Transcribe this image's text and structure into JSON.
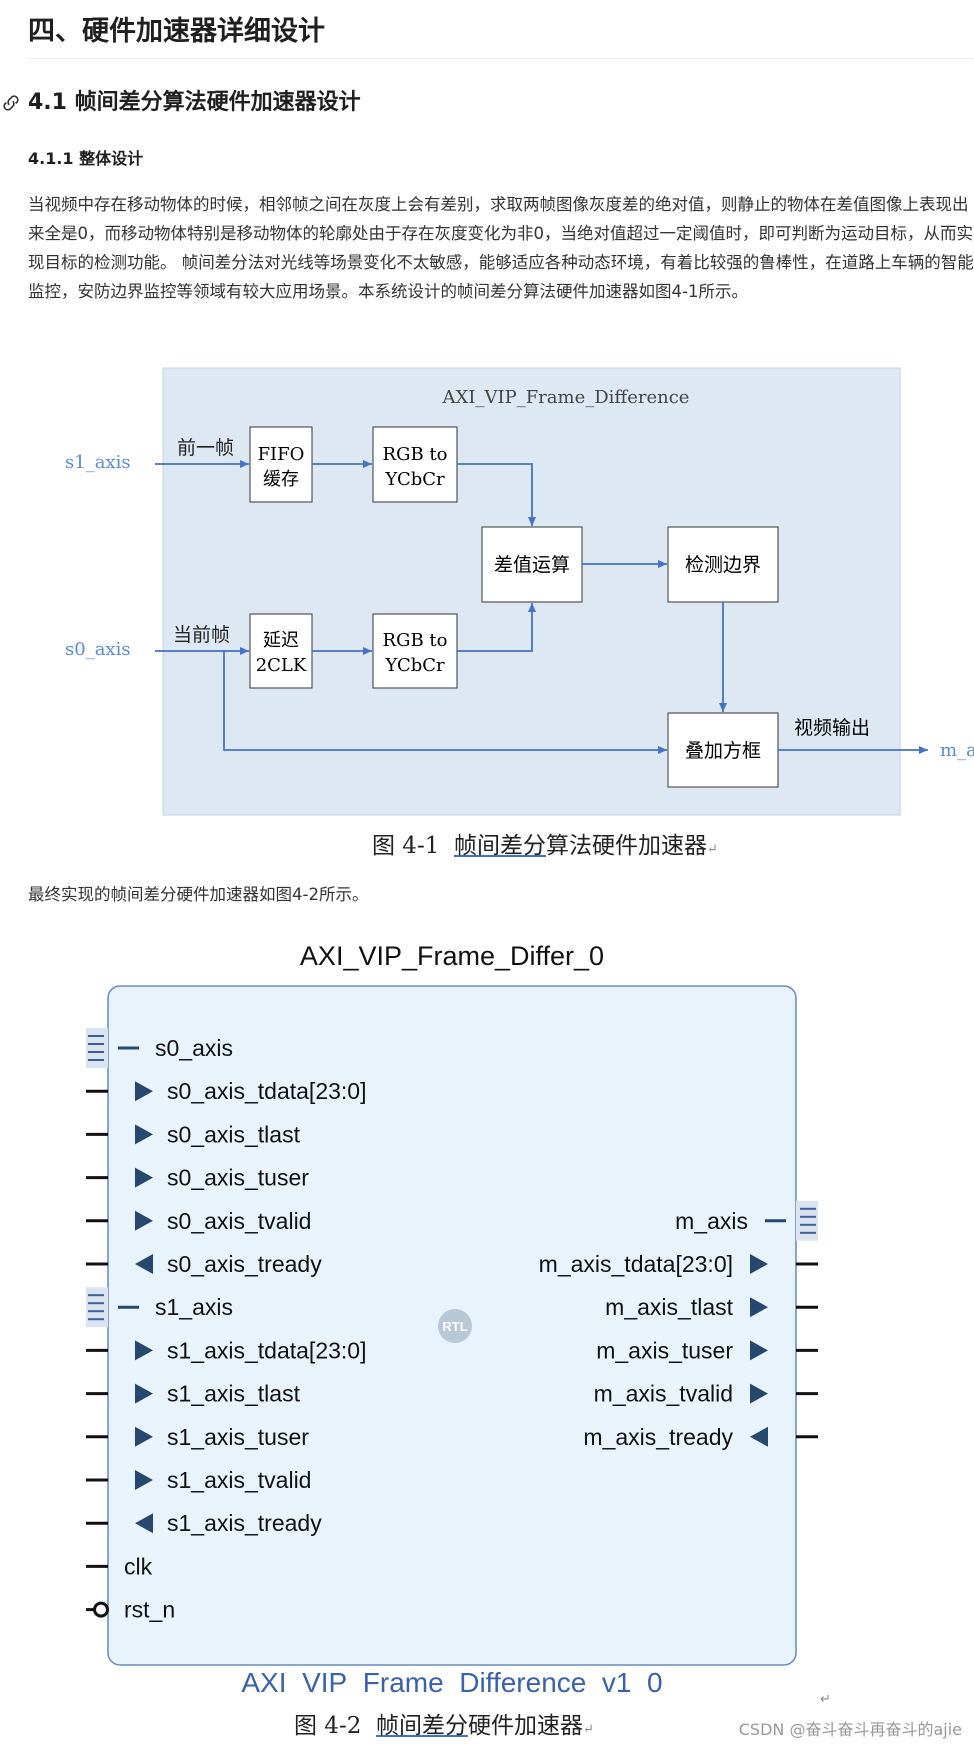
{
  "heading1": "四、硬件加速器详细设计",
  "heading2": "4.1 帧间差分算法硬件加速器设计",
  "heading3": "4.1.1 整体设计",
  "paragraph1": "当视频中存在移动物体的时候，相邻帧之间在灰度上会有差别，求取两帧图像灰度差的绝对值，则静止的物体在差值图像上表现出来全是0，而移动物体特别是移动物体的轮廓处由于存在灰度变化为非0，当绝对值超过一定阈值时，即可判断为运动目标，从而实现目标的检测功能。 帧间差分法对光线等场景变化不太敏感，能够适应各种动态环境，有着比较强的鲁棒性，在道路上车辆的智能监控，安防边界监控等领域有较大应用场景。本系统设计的帧间差分算法硬件加速器如图4-1所示。",
  "figure1": {
    "title": "AXI_VIP_Frame_Difference",
    "input_top": "s1_axis",
    "input_bottom": "s0_axis",
    "label_prev": "前一帧",
    "label_curr": "当前帧",
    "fifo_line1": "FIFO",
    "fifo_line2": "缓存",
    "rgb_line1": "RGB to",
    "rgb_line2": "YCbCr",
    "delay_line1": "延迟",
    "delay_line2": "2CLK",
    "diff": "差值运算",
    "edge": "检测边界",
    "overlay": "叠加方框",
    "video_out": "视频输出",
    "output": "m_axis",
    "caption_prefix": "图 4-1",
    "caption_underlined": "帧间差分",
    "caption_suffix": "算法硬件加速器",
    "return_mark": "↵"
  },
  "paragraph2": "最终实现的帧间差分硬件加速器如图4-2所示。",
  "figure2": {
    "block_title": "AXI_VIP_Frame_Differ_0",
    "left_ports": [
      {
        "label": "s0_axis",
        "kind": "bus"
      },
      {
        "label": "s0_axis_tdata[23:0]",
        "kind": "in"
      },
      {
        "label": "s0_axis_tlast",
        "kind": "in"
      },
      {
        "label": "s0_axis_tuser",
        "kind": "in"
      },
      {
        "label": "s0_axis_tvalid",
        "kind": "in"
      },
      {
        "label": "s0_axis_tready",
        "kind": "out"
      },
      {
        "label": "s1_axis",
        "kind": "bus"
      },
      {
        "label": "s1_axis_tdata[23:0]",
        "kind": "in"
      },
      {
        "label": "s1_axis_tlast",
        "kind": "in"
      },
      {
        "label": "s1_axis_tuser",
        "kind": "in"
      },
      {
        "label": "s1_axis_tvalid",
        "kind": "in"
      },
      {
        "label": "s1_axis_tready",
        "kind": "out"
      },
      {
        "label": "clk",
        "kind": "clk"
      },
      {
        "label": "rst_n",
        "kind": "rst"
      }
    ],
    "right_ports": [
      {
        "label": "m_axis",
        "kind": "bus"
      },
      {
        "label": "m_axis_tdata[23:0]",
        "kind": "out"
      },
      {
        "label": "m_axis_tlast",
        "kind": "out"
      },
      {
        "label": "m_axis_tuser",
        "kind": "out"
      },
      {
        "label": "m_axis_tvalid",
        "kind": "out"
      },
      {
        "label": "m_axis_tready",
        "kind": "in"
      }
    ],
    "rtl_badge": "RTL",
    "ip_name": "AXI_VIP_Frame_Difference_v1_0",
    "caption_prefix": "图 4-2",
    "caption_underlined": "帧间差分",
    "caption_suffix": "硬件加速器",
    "return_mark": "↵"
  },
  "watermark": "CSDN @奋斗奋斗再奋斗的ajie",
  "colors": {
    "diagram_bg": "#dde8f3",
    "arrow": "#4472c4",
    "io_label": "#5b8bd0",
    "ip_fill": "#e9f3fb",
    "ip_border": "#6a8fc0",
    "ip_name": "#3b62a8"
  }
}
